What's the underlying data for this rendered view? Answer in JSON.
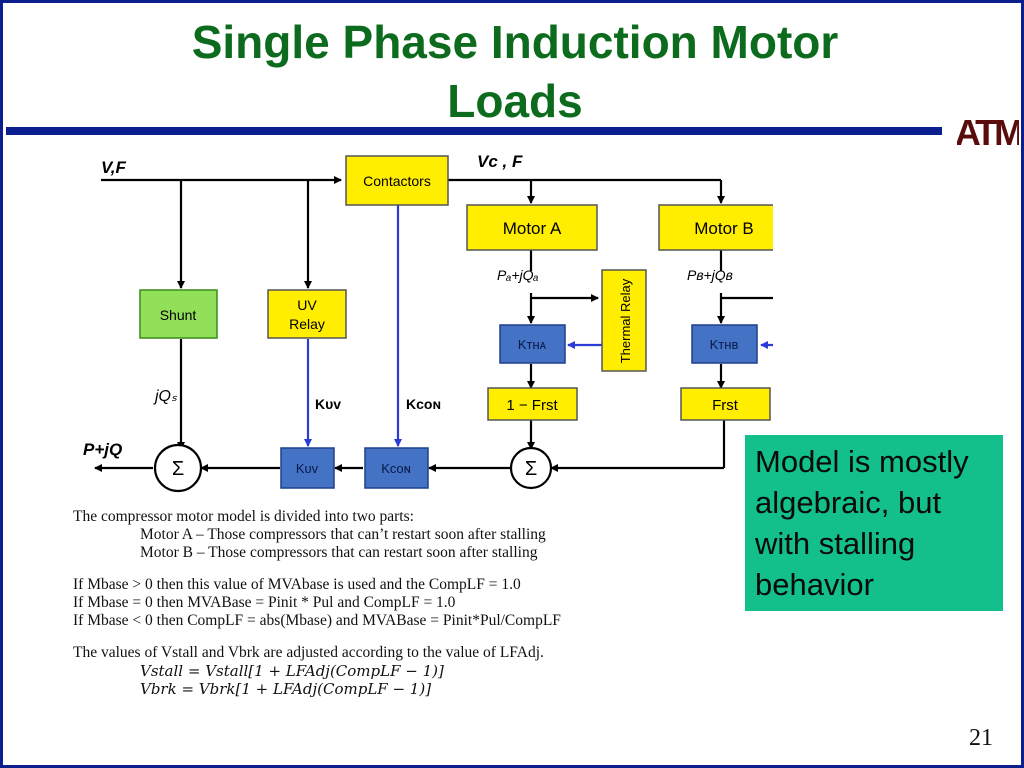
{
  "slide": {
    "title_line1": "Single Phase Induction Motor",
    "title_line2": "Loads",
    "page_number": "21",
    "logo_text": "ATM"
  },
  "diagram": {
    "input_label": "V,F",
    "output_label": "P+jQ",
    "vc_label": "Vᴄ , F",
    "contactors": "Contactors",
    "motor_a": "Motor A",
    "motor_b": "Motor B",
    "pa_label": "Pₐ+jQₐ",
    "pb_label": "Pʙ+jQʙ",
    "thermal_relay": "Thermal Relay",
    "kth_a": "Kᴛʜᴀ",
    "kth_b": "Kᴛʜʙ",
    "one_minus_frst": "1 − Frst",
    "frst": "Frst",
    "shunt": "Shunt",
    "uv_relay_1": "UV",
    "uv_relay_2": "Relay",
    "jqs_label": "jQₛ",
    "kuv_label": "Kᴜᴠ",
    "kcon_label": "Kᴄᴏɴ",
    "kuv_box": "Kᴜᴠ",
    "kcon_box": "Kᴄᴏɴ",
    "sum_symbol": "Σ"
  },
  "text_block": {
    "l1": "The compressor motor model is divided into two parts:",
    "l2": "Motor A – Those compressors that can’t restart soon after stalling",
    "l3": "Motor B – Those compressors that can restart soon after stalling",
    "l4": "If Mbase > 0 then this value of MVAbase is used and the CompLF = 1.0",
    "l5": "If Mbase = 0 then MVABase = Pinit * Pul and CompLF = 1.0",
    "l6": "If Mbase < 0 then CompLF = abs(Mbase) and MVABase = Pinit*Pul/CompLF",
    "l7": "The values of Vstall and Vbrk are adjusted according to the value of LFAdj.",
    "l8": "Vstall = Vstall[1 + LFAdj(CompLF − 1)]",
    "l9": "Vbrk = Vbrk[1 + LFAdj(CompLF − 1)]"
  },
  "callout": {
    "line1": "Model is mostly",
    "line2": "algebraic, but",
    "line3": "with stalling",
    "line4": "behavior"
  },
  "colors": {
    "title_green": "#0d6b1e",
    "border_navy": "#0b1f8f",
    "block_yellow": "#ffee00",
    "shunt_green": "#92e05a",
    "k_blue": "#4472c4",
    "callout_green": "#13bf8a",
    "aggie_maroon": "#5a0c0c"
  }
}
